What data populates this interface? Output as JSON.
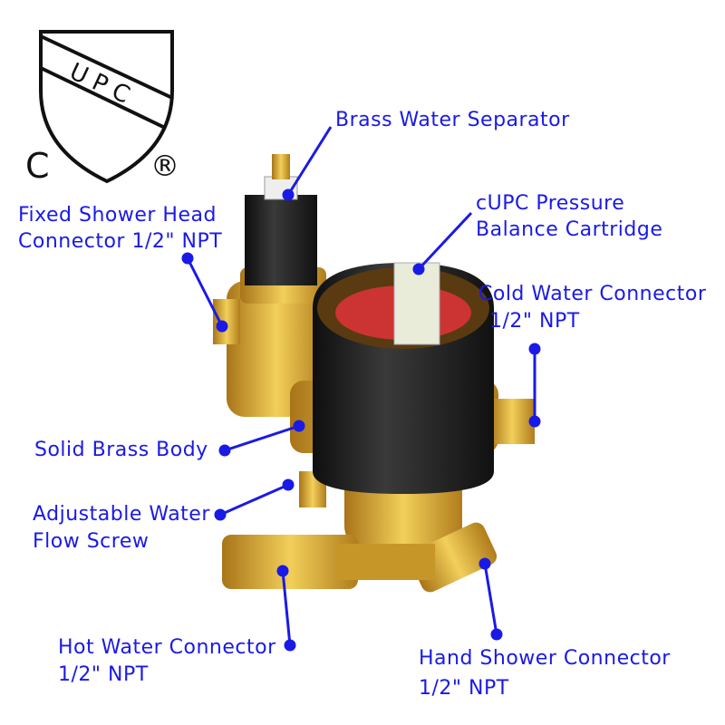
{
  "logo": {
    "shield_text": "UPC",
    "left_mark": "C",
    "right_mark": "®"
  },
  "labels": {
    "separator": "Brass Water Separator",
    "cartridge_1": "cUPC Pressure",
    "cartridge_2": "Balance Cartridge",
    "fixed_1": "Fixed Shower Head",
    "fixed_2": "Connector 1/2\" NPT",
    "cold_1": "Cold Water Connector",
    "cold_2": "1/2\" NPT",
    "body": "Solid Brass Body",
    "screw_1": "Adjustable Water",
    "screw_2": "Flow Screw",
    "hot_1": "Hot Water Connector",
    "hot_2": "1/2\" NPT",
    "hand_1": "Hand Shower Connector",
    "hand_2": "1/2\" NPT"
  },
  "colors": {
    "label": "#1a1ae6",
    "brass": "#d4a62a",
    "black": "#1c1c1c"
  }
}
